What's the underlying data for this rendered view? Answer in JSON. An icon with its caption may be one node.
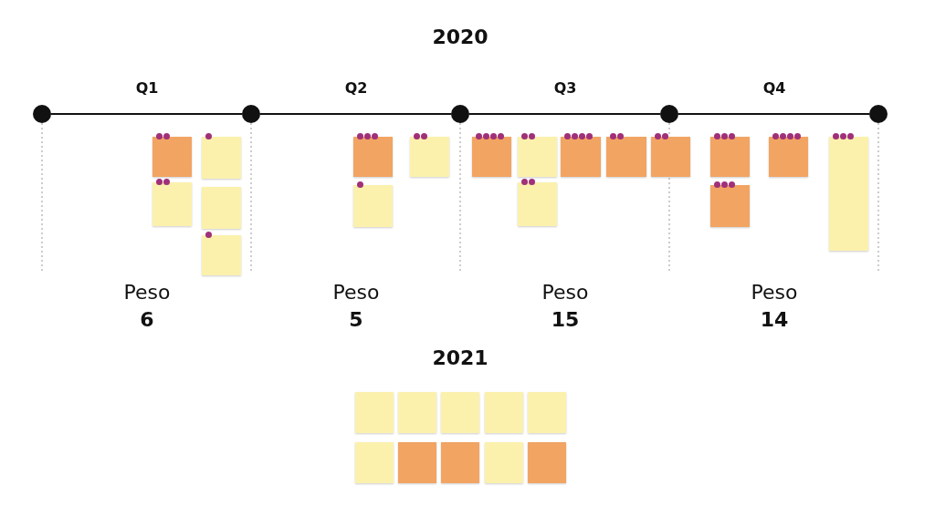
{
  "diagram": {
    "title": "2020",
    "nodes": [
      {
        "text": [],
        "shape": "circle"
      },
      {
        "text": [],
        "shape": "circle"
      },
      {
        "text": [],
        "shape": "circle"
      },
      {
        "text": [],
        "shape": "circle"
      },
      {
        "text": [],
        "shape": "circle"
      },
      {
        "text": [],
        "shape": "box"
      },
      {
        "text": [],
        "shape": "box"
      },
      {
        "text": [],
        "shape": "box"
      },
      {
        "text": [],
        "shape": "box"
      },
      {
        "text": [],
        "shape": "box"
      },
      {
        "text": [],
        "shape": "box"
      },
      {
        "text": [],
        "shape": "box"
      },
      {
        "text": [],
        "shape": "box"
      },
      {
        "text": [],
        "shape": "box"
      },
      {
        "text": [],
        "shape": "box"
      },
      {
        "text": [],
        "shape": "box"
      },
      {
        "text": [],
        "shape": "box"
      },
      {
        "text": [],
        "shape": "box"
      },
      {
        "text": [],
        "shape": "box"
      },
      {
        "text": [],
        "shape": "box"
      },
      {
        "text": [],
        "shape": "box"
      },
      {
        "text": [],
        "shape": "box"
      },
      {
        "text": [],
        "shape": "box"
      },
      {
        "text": [],
        "shape": "box"
      },
      {
        "text": [],
        "shape": "box"
      },
      {
        "text": [],
        "shape": "box"
      },
      {
        "text": [],
        "shape": "box"
      },
      {
        "text": [],
        "shape": "box"
      },
      {
        "text": [],
        "shape": "box"
      },
      {
        "text": [],
        "shape": "box"
      },
      {
        "text": [],
        "shape": "box"
      },
      {
        "text": [],
        "shape": "box"
      },
      {
        "text": [],
        "shape": "box"
      }
    ],
    "edges": [
      {
        "from": 0,
        "to": 1,
        "arrow": "none"
      },
      {
        "from": 1,
        "to": 2,
        "arrow": "none"
      },
      {
        "from": 2,
        "to": 3,
        "arrow": "none"
      },
      {
        "from": 3,
        "to": 4,
        "arrow": "none"
      }
    ],
    "labels": [
      "Q1",
      "Q2",
      "Q3",
      "Q4",
      "Peso",
      "6",
      "Peso",
      "5",
      "Peso",
      "15",
      "Peso",
      "14",
      "2021"
    ]
  }
}
